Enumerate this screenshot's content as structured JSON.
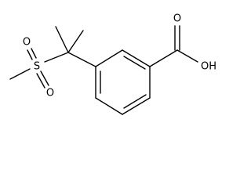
{
  "structure": {
    "atom_labels": {
      "sulfur": "S",
      "sulfonyl_oxygen_top": "O",
      "sulfonyl_oxygen_bottom": "O",
      "carbonyl_oxygen": "O",
      "hydroxyl": "OH"
    }
  }
}
